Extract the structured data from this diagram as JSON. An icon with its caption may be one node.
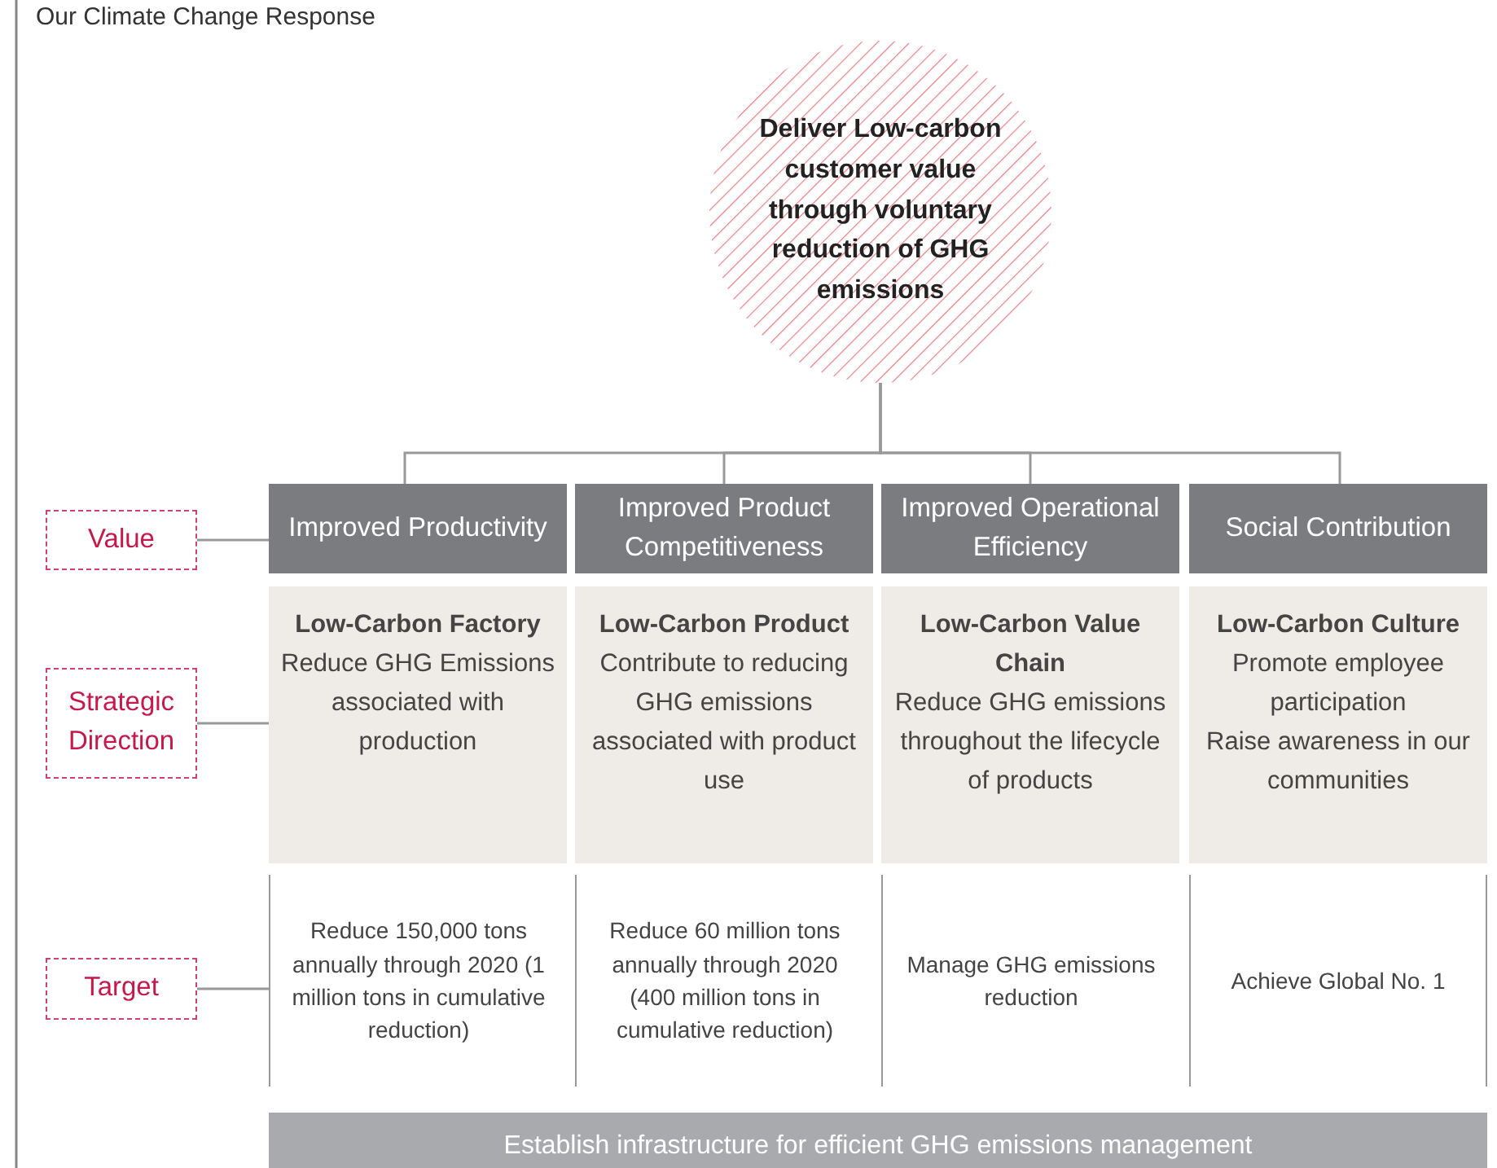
{
  "diagram": {
    "title": "Our Climate Change Response",
    "nodes": [
      {
        "text": [
          "Deliver Low-carbon customer value through voluntary reduction of GHG emissions"
        ]
      },
      {
        "text": [
          "Improved Productivity"
        ]
      },
      {
        "text": [
          "Improved Product Competitiveness"
        ]
      },
      {
        "text": [
          "Improved Operational Efficiency"
        ]
      },
      {
        "text": [
          "Social Contribution"
        ]
      },
      {
        "text": [
          "Low-Carbon Factory",
          "Reduce GHG Emissions associated with production"
        ]
      },
      {
        "text": [
          "Low-Carbon Product",
          "Contribute to reducing GHG emissions associated with product use"
        ]
      },
      {
        "text": [
          "Low-Carbon Value Chain",
          "Reduce GHG emissions throughout the lifecycle of products"
        ]
      },
      {
        "text": [
          "Low-Carbon Culture",
          "Promote employee participation",
          "Raise awareness in our communities"
        ]
      },
      {
        "text": [
          "Reduce 150,000 tons annually through 2020 (1 million tons in cumulative reduction)"
        ]
      },
      {
        "text": [
          "Reduce 60 million tons annually through 2020 (400 million tons in cumulative reduction)"
        ]
      },
      {
        "text": [
          "Manage GHG emissions reduction"
        ]
      },
      {
        "text": [
          "Achieve Global No. 1"
        ]
      },
      {
        "text": [
          "Establish infrastructure for efficient GHG emissions management"
        ]
      },
      {
        "text": [
          "Value"
        ]
      },
      {
        "text": [
          "Strategic Direction"
        ]
      },
      {
        "text": [
          "Target"
        ]
      }
    ],
    "edges": [
      {
        "from": 0,
        "to": 1,
        "arrow": "none"
      },
      {
        "from": 0,
        "to": 2,
        "arrow": "none"
      },
      {
        "from": 0,
        "to": 3,
        "arrow": "none"
      },
      {
        "from": 0,
        "to": 4,
        "arrow": "none"
      },
      {
        "from": 14,
        "to": 1,
        "arrow": "none"
      },
      {
        "from": 15,
        "to": 5,
        "arrow": "none"
      },
      {
        "from": 16,
        "to": 9,
        "arrow": "none"
      }
    ]
  }
}
